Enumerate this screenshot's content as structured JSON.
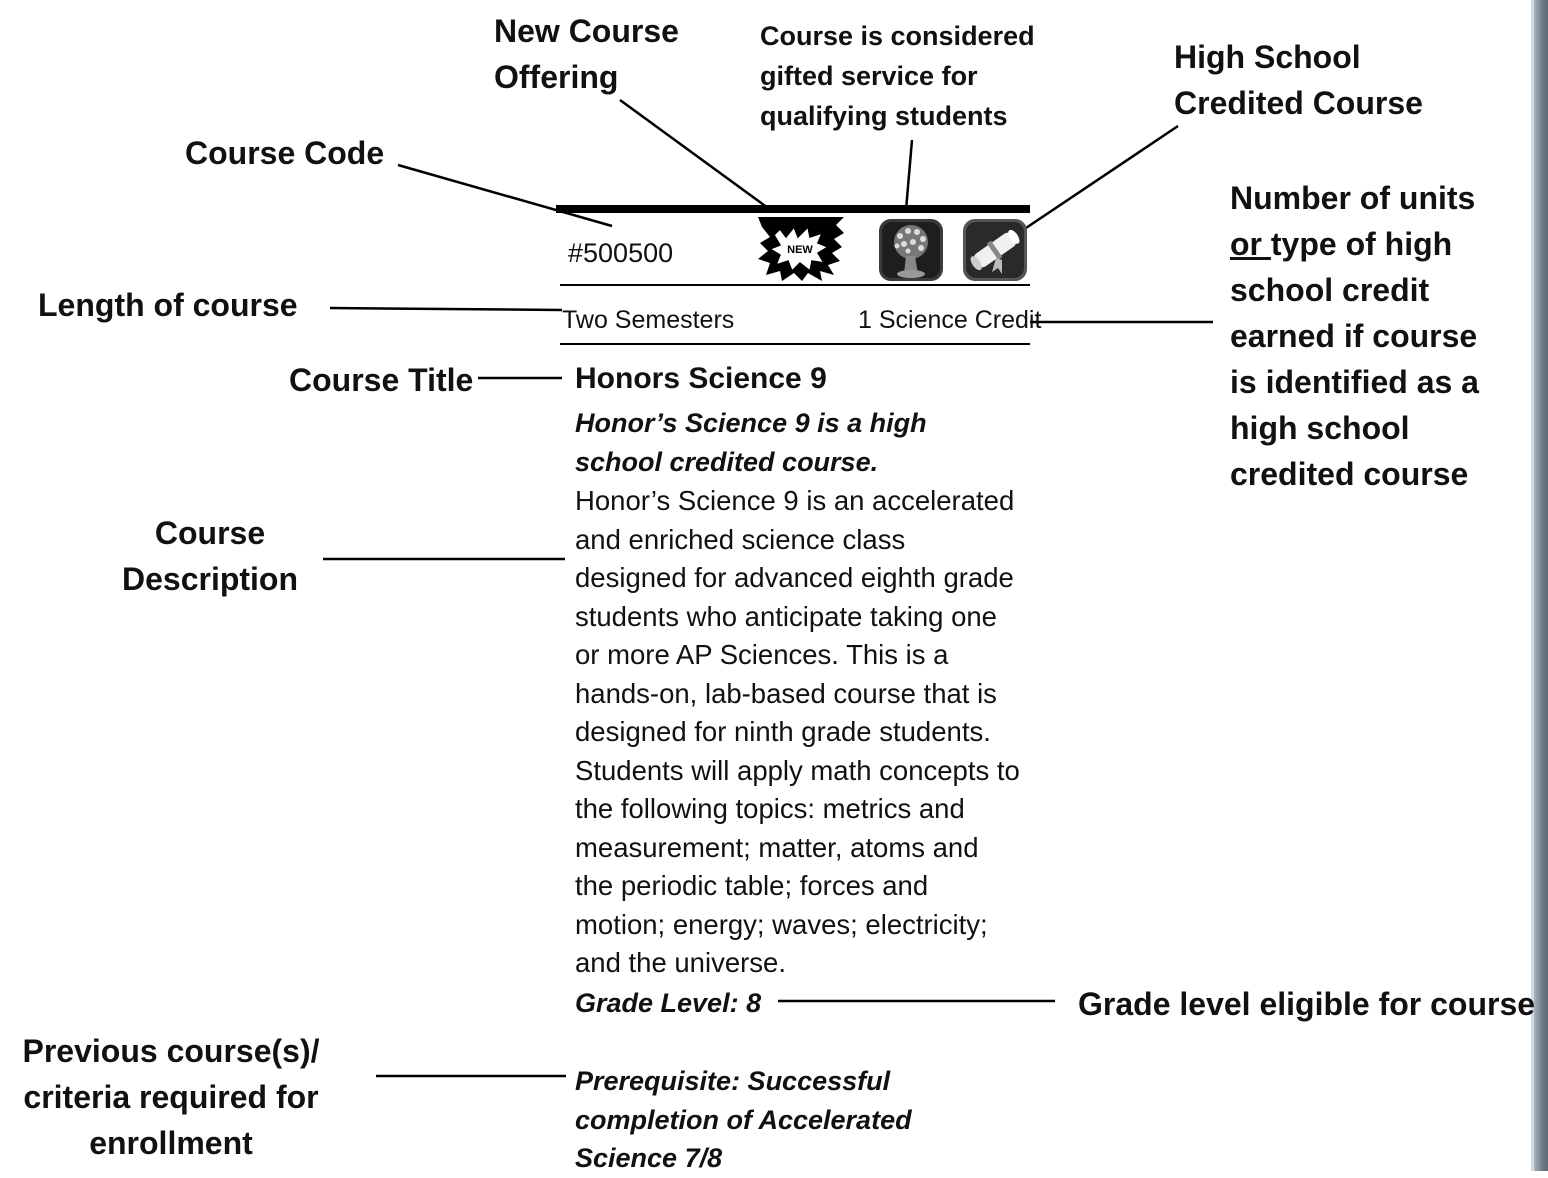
{
  "annotations": {
    "new_course_offering": [
      "New Course",
      "Offering"
    ],
    "gifted_service": [
      "Course is considered",
      "gifted service for",
      "qualifying students"
    ],
    "high_school_credited": [
      "High School",
      "Credited Course"
    ],
    "course_code": "Course Code",
    "units_credit": [
      "Number of units",
      "or type of high",
      "school credit",
      "earned if course",
      "is identified as a",
      "high school",
      "credited course"
    ],
    "length_of_course": "Length of course",
    "course_title": "Course Title",
    "course_description": [
      "Course",
      "Description"
    ],
    "grade_level_eligible": "Grade level eligible for course",
    "previous_courses": [
      "Previous course(s)/",
      "criteria required for",
      "enrollment"
    ]
  },
  "course": {
    "code": "#500500",
    "length": "Two Semesters",
    "credit": "1 Science Credit",
    "title": "Honors Science 9",
    "note": [
      "Honor’s Science 9 is a high",
      "school credited course."
    ],
    "description": [
      "Honor’s Science 9 is an accelerated",
      "and enriched science class",
      "designed for advanced eighth grade",
      "students who anticipate taking one",
      "or more AP Sciences. This is a",
      "hands-on, lab-based course that is",
      "designed for ninth grade students.",
      "Students will apply math concepts to",
      "the following topics: metrics and",
      "measurement; matter, atoms and",
      "the periodic table; forces and",
      "motion; energy; waves; electricity;",
      "and the universe."
    ],
    "grade_level": "Grade Level: 8",
    "prerequisite": [
      "Prerequisite: Successful",
      "completion of Accelerated",
      "Science 7/8"
    ]
  },
  "icons": {
    "new_badge_text": "NEW",
    "new_badge": "new-starburst-icon",
    "gifted": "gifted-tree-icon",
    "credited": "diploma-scroll-icon"
  }
}
